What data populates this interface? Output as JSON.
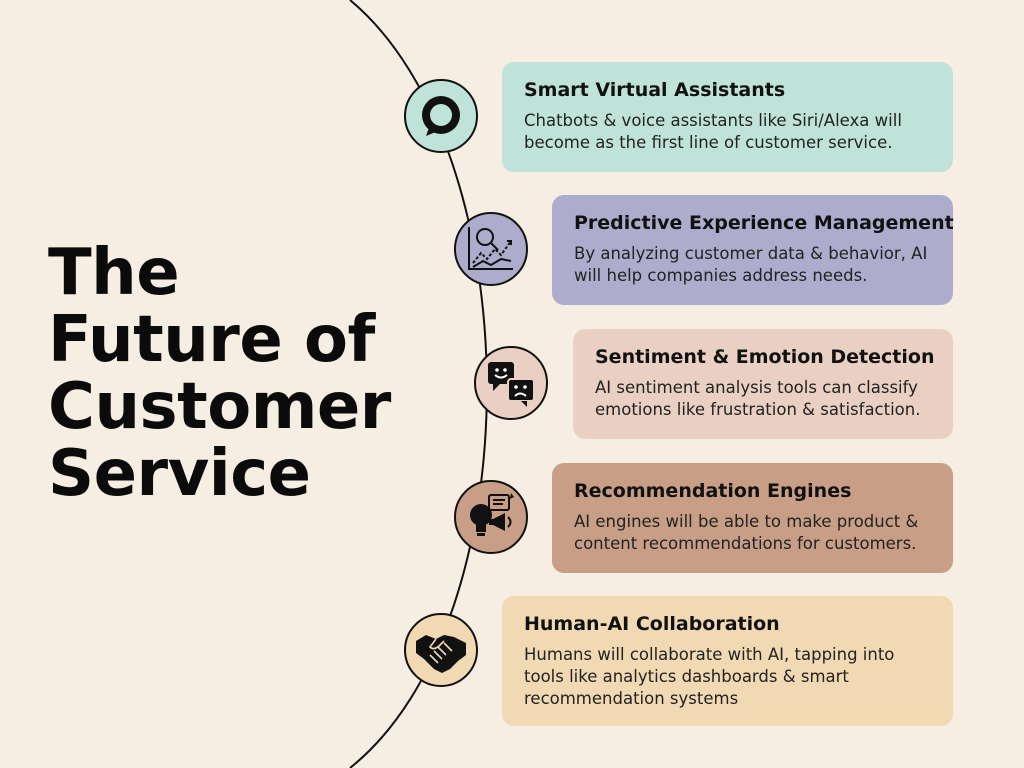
{
  "title": {
    "lines": [
      "The",
      "Future of",
      "Customer",
      "Service"
    ]
  },
  "items": [
    {
      "heading": "Smart Virtual Assistants",
      "body": "Chatbots & voice assistants like Siri/Alexa will become as the first line of customer service.",
      "color": "#bfe3d8",
      "icon": "voice-assistant-icon"
    },
    {
      "heading": "Predictive Experience Management",
      "body": "By analyzing customer data & behavior, AI will help companies address needs.",
      "color": "#aeaccc",
      "icon": "analytics-chart-icon"
    },
    {
      "heading": "Sentiment & Emotion Detection",
      "body": "AI sentiment analysis tools can classify emotions like frustration & satisfaction.",
      "color": "#e9d0c3",
      "icon": "emotion-chat-icon"
    },
    {
      "heading": "Recommendation Engines",
      "body": "AI engines will be able to make product & content recommendations for customers.",
      "color": "#c89f86",
      "icon": "idea-megaphone-icon"
    },
    {
      "heading": "Human-AI Collaboration",
      "body": "Humans will collaborate with AI, tapping into tools like analytics dashboards & smart recommendation systems",
      "color": "#f1d9b4",
      "icon": "handshake-icon"
    }
  ]
}
